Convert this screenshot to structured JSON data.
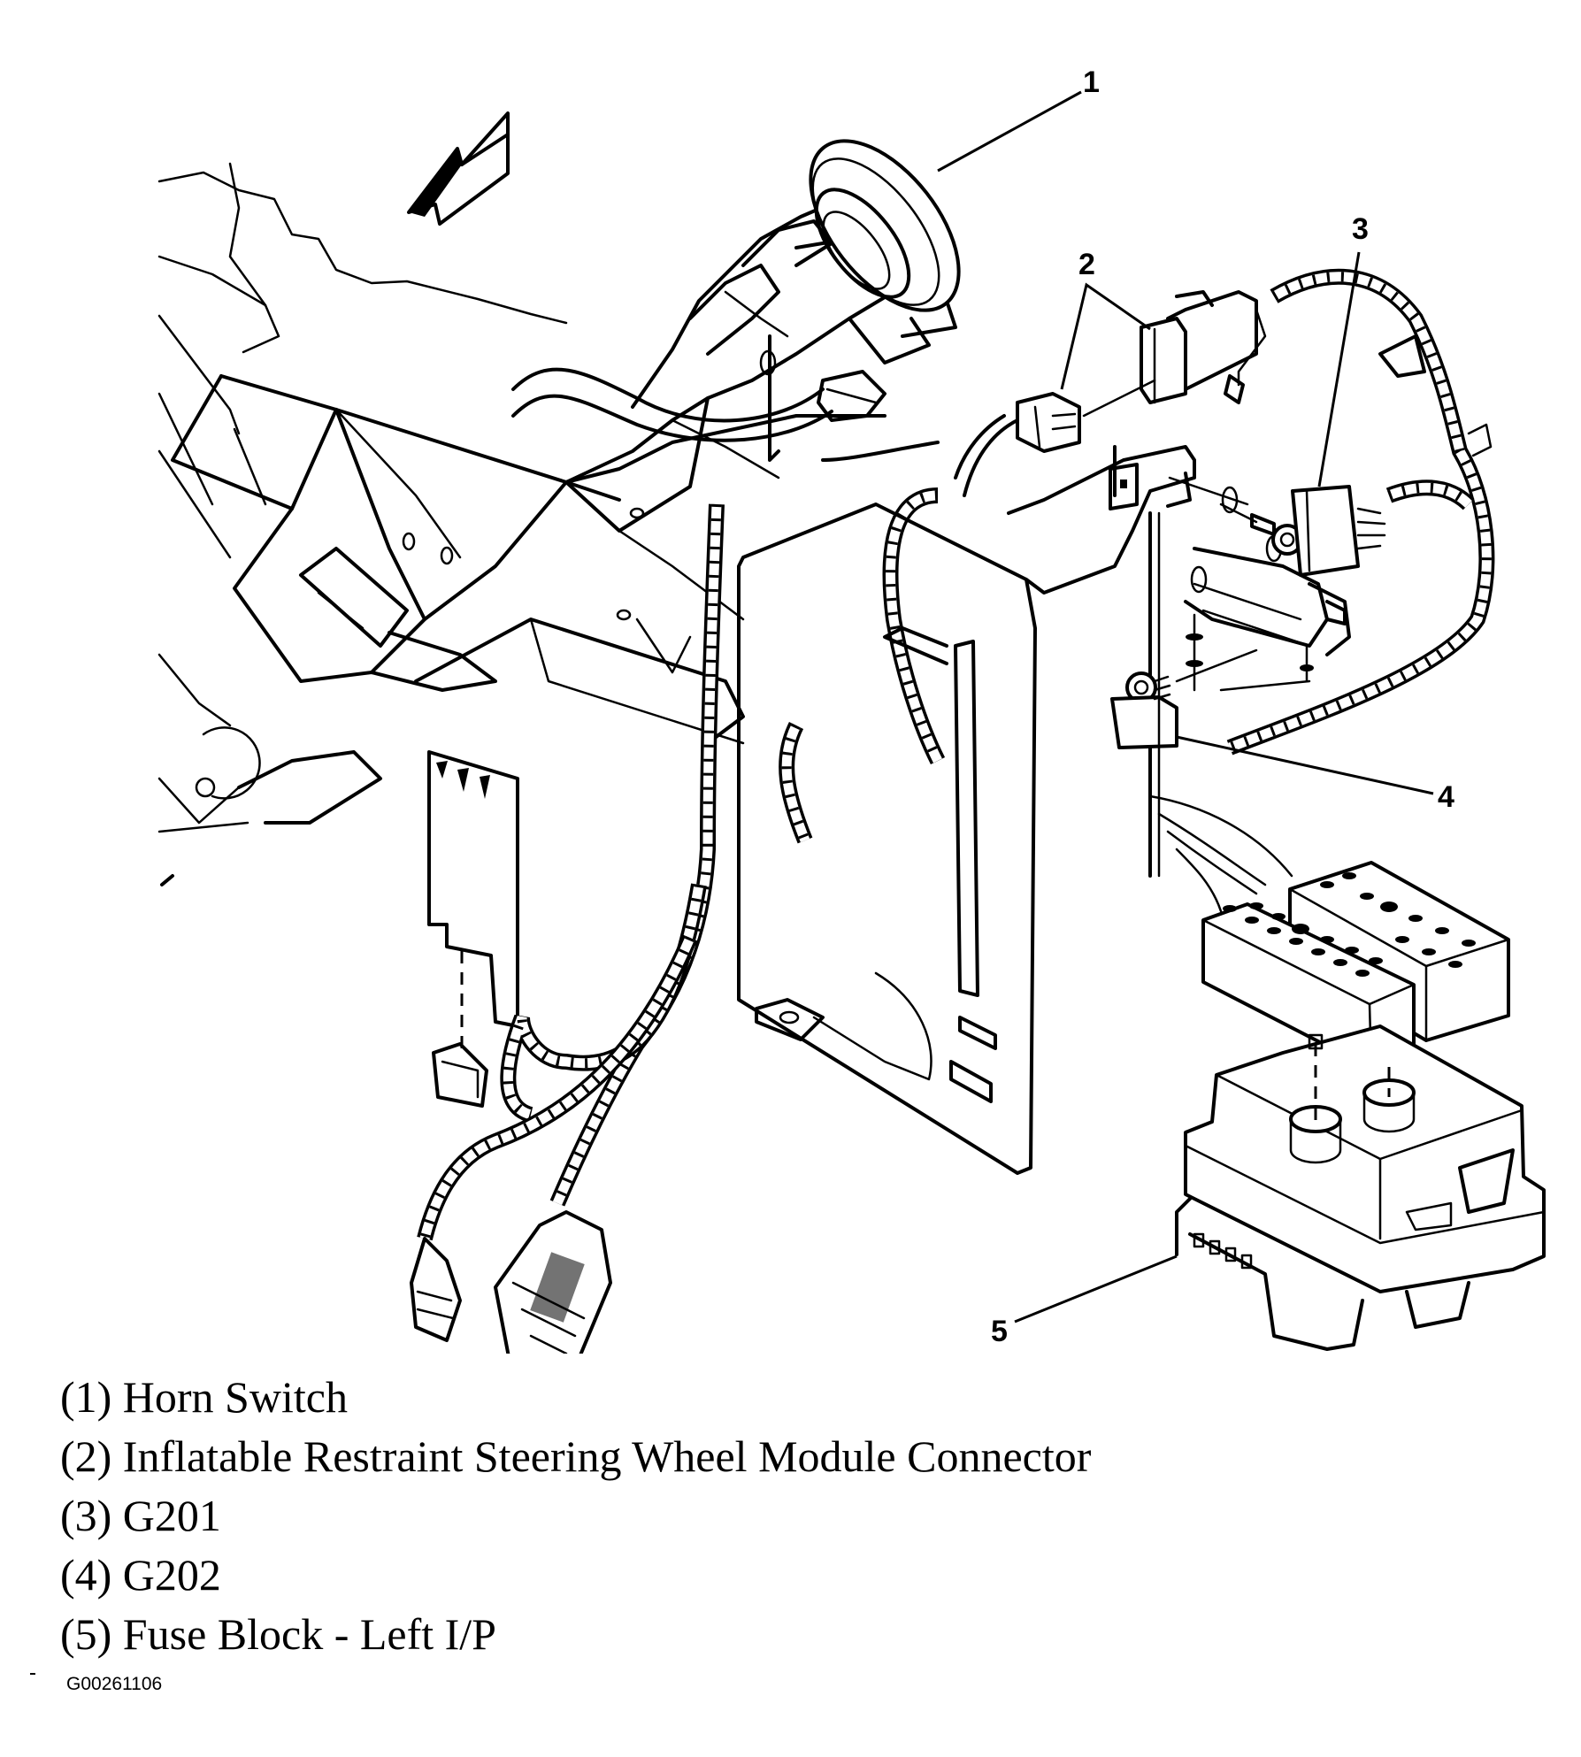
{
  "figure": {
    "callouts": [
      {
        "number": "1",
        "component": "horn-switch"
      },
      {
        "number": "2",
        "component": "inflatable-restraint-steering-wheel-module-connector"
      },
      {
        "number": "3",
        "component": "g201"
      },
      {
        "number": "4",
        "component": "g202"
      },
      {
        "number": "5",
        "component": "fuse-block-left-ip"
      }
    ],
    "direction_arrow": "front-of-vehicle-arrow-icon"
  },
  "legend": {
    "items": [
      {
        "number": "1",
        "label": "(1) Horn Switch"
      },
      {
        "number": "2",
        "label": "(2) Inflatable Restraint Steering Wheel Module Connector"
      },
      {
        "number": "3",
        "label": "(3) G201"
      },
      {
        "number": "4",
        "label": "(4) G202"
      },
      {
        "number": "5",
        "label": "(5) Fuse Block - Left I/P"
      }
    ]
  },
  "figure_id": "G00261106",
  "colors": {
    "ink": "#000000",
    "paper": "#ffffff"
  }
}
